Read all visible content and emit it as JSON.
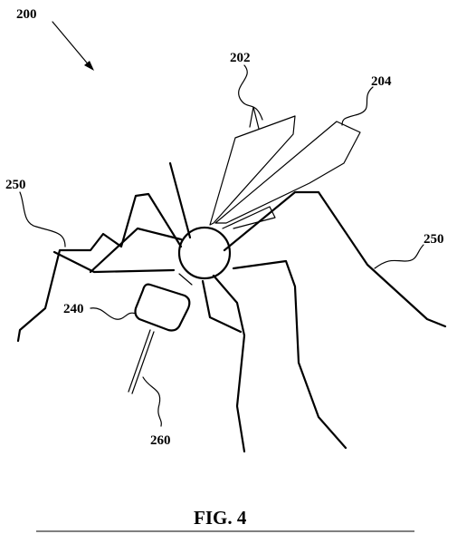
{
  "figure": {
    "caption": "FIG. 4",
    "labels": {
      "assembly": "200",
      "wing_left": "202",
      "wing_right": "204",
      "legs_left": "250",
      "legs_right": "250",
      "body_module": "240",
      "needle": "260"
    }
  }
}
